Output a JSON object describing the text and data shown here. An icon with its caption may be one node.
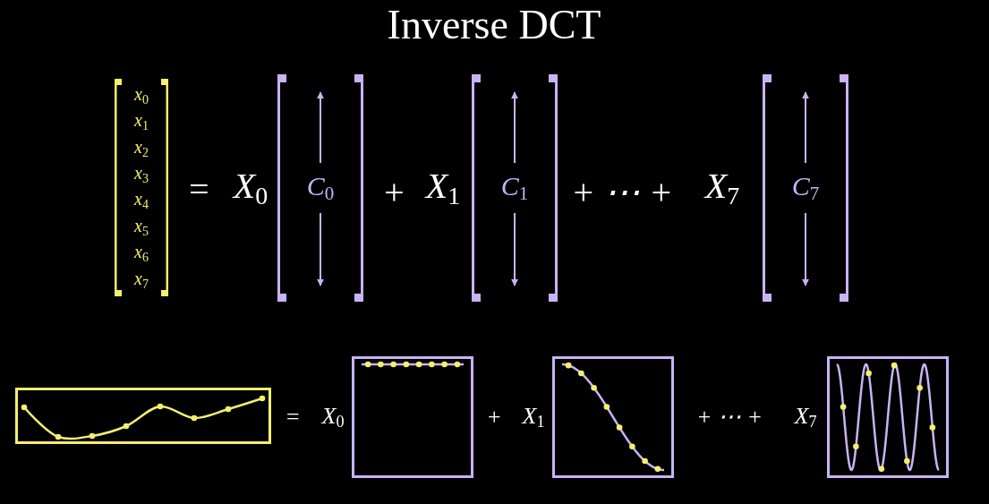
{
  "diagram": {
    "title": "Inverse DCT",
    "nodes": [
      {
        "text": [
          "x$_{0}$",
          "x$_{1}$",
          "x$_{2}$",
          "x$_{3}$",
          "x$_{4}$",
          "x$_{5}$",
          "x$_{6}$",
          "x$_{7}$"
        ]
      },
      {
        "text": [
          "C$_{0}$"
        ]
      },
      {
        "text": [
          "C$_{1}$"
        ]
      },
      {
        "text": [
          "C$_{7}$"
        ]
      },
      {
        "text": [],
        "shape": "picture"
      },
      {
        "text": [],
        "shape": "picture"
      },
      {
        "text": [],
        "shape": "picture"
      },
      {
        "text": [],
        "shape": "picture"
      }
    ],
    "edges": [],
    "labels": [
      "=",
      "X$_{0}$",
      "+",
      "X$_{1}$",
      "+ ⋯ +",
      "X$_{7}$",
      "=",
      "X$_{0}$",
      "+",
      "X$_{1}$",
      "+ ⋯ +",
      "X$_{7}$"
    ]
  }
}
